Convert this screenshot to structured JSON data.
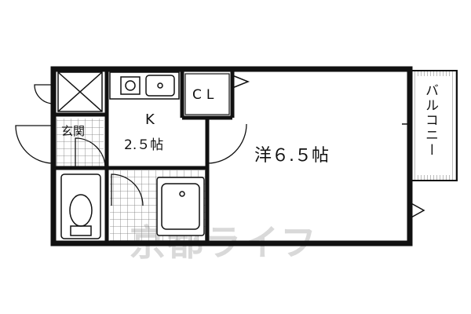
{
  "rooms": {
    "entrance": "玄関",
    "kitchen": "K",
    "kitchen_size": "2.５帖",
    "closet": "CL",
    "western": "洋６.５帖",
    "balcony": "バルコニー"
  },
  "watermark": "京都ライフ"
}
